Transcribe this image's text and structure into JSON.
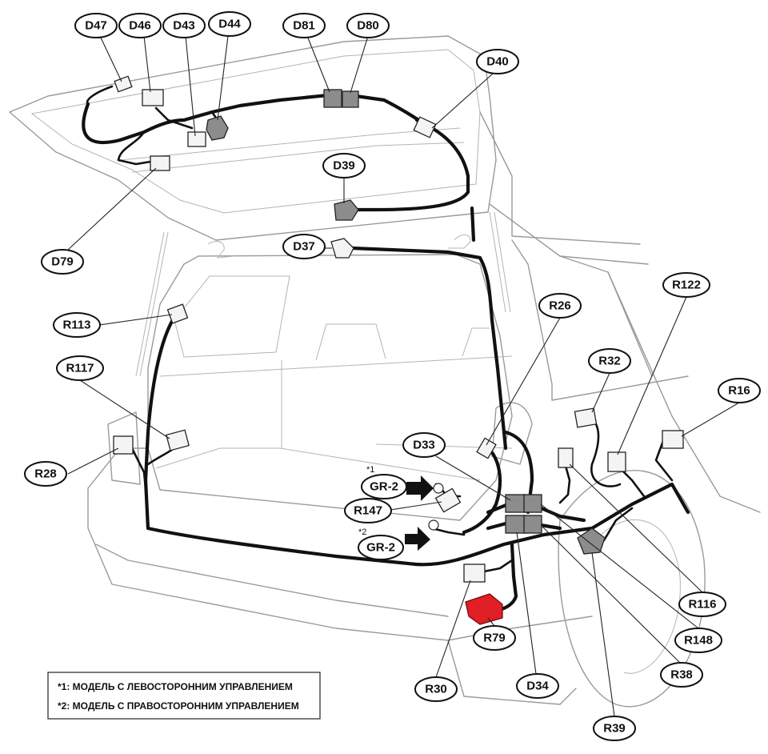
{
  "labels": {
    "D47": "D47",
    "D46": "D46",
    "D43": "D43",
    "D44": "D44",
    "D81": "D81",
    "D80": "D80",
    "D40": "D40",
    "D39": "D39",
    "D79": "D79",
    "D37": "D37",
    "R113": "R113",
    "R117": "R117",
    "R28": "R28",
    "R26": "R26",
    "R122": "R122",
    "R32": "R32",
    "R16": "R16",
    "D33": "D33",
    "GR2_1": "GR-2",
    "GR2_2": "GR-2",
    "R147": "R147",
    "R116": "R116",
    "R148": "R148",
    "R38": "R38",
    "R79": "R79",
    "R30": "R30",
    "D34": "D34",
    "R39": "R39"
  },
  "markers": {
    "star1": "*1",
    "star2": "*2"
  },
  "notes": {
    "note1": "*1: МОДЕЛЬ С ЛЕВОСТОРОННИМ УПРАВЛЕНИЕМ",
    "note2": "*2: МОДЕЛЬ С ПРАВОСТОРОННИМ УПРАВЛЕНИЕМ"
  },
  "colors": {
    "harness": "#111111",
    "connector_white": "#f4f4f4",
    "connector_grey": "#8c8c8c",
    "connector_highlight": "#e01f26",
    "body_outline": "#9a9a9a"
  }
}
